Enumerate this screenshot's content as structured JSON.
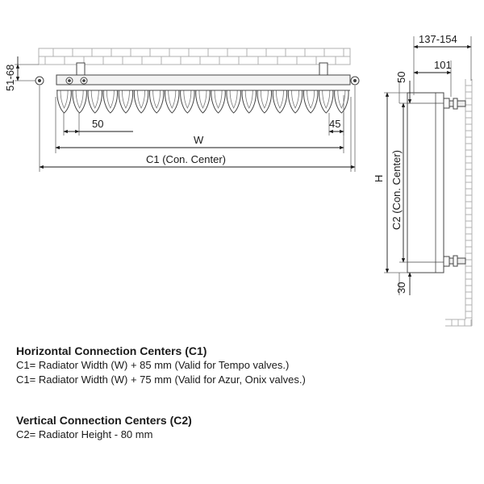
{
  "dimensions": {
    "wall_offset": "51-68",
    "fin_pitch": "50",
    "end_offset": "45",
    "width": "W",
    "c1": "C1 (Con. Center)",
    "depth_total": "137-154",
    "depth_radiator": "101",
    "top_offset": "50",
    "height": "H",
    "c2": "C2 (Con. Center)",
    "bottom_offset": "30"
  },
  "notes": {
    "horizontal": {
      "heading": "Horizontal Connection Centers (C1)",
      "line1": "C1= Radiator Width (W) + 85 mm (Valid for Tempo valves.)",
      "line2": "C1= Radiator Width (W) + 75 mm (Valid for Azur, Onix valves.)"
    },
    "vertical": {
      "heading": "Vertical Connection Centers (C2)",
      "line1": "C2= Radiator Height - 80 mm"
    }
  }
}
